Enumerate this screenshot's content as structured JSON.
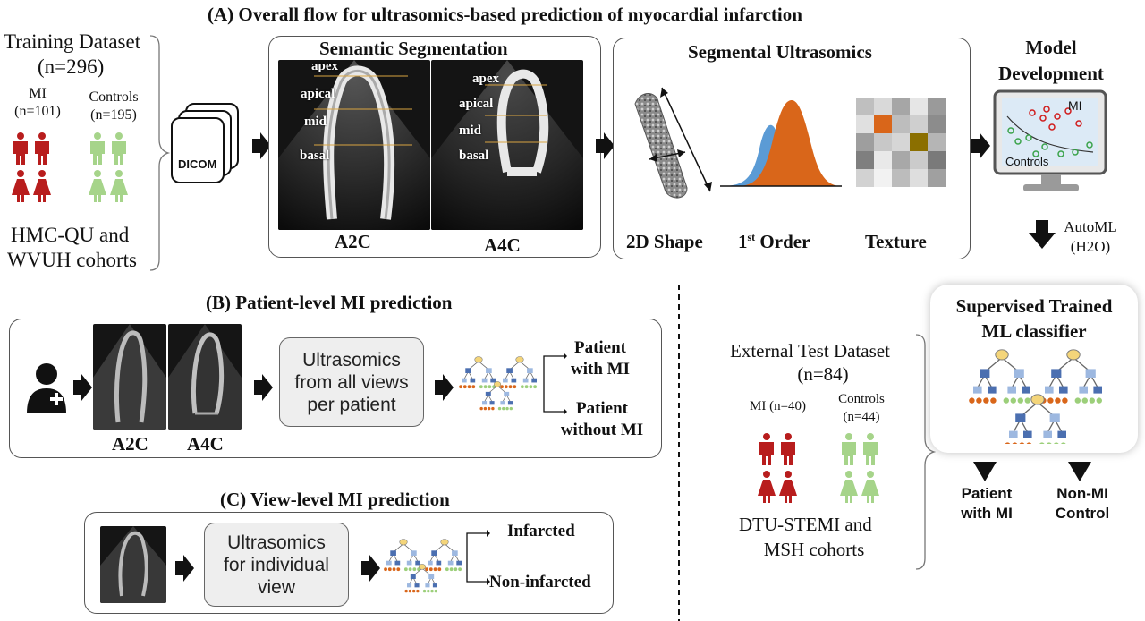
{
  "title": "(A) Overall flow for ultrasomics-based prediction of myocardial infarction",
  "training": {
    "title_line1": "Training Dataset",
    "title_line2": "(n=296)",
    "mi_line1": "MI",
    "mi_line2": "(n=101)",
    "controls_line1": "Controls",
    "controls_line2": "(n=195)",
    "cohorts_line1": "HMC-QU and",
    "cohorts_line2": "WVUH cohorts"
  },
  "dicom_label": "DICOM",
  "segmentation": {
    "title": "Semantic Segmentation",
    "a2c_label": "A2C",
    "a4c_label": "A4C",
    "a2c_regions": [
      "apex",
      "apical",
      "mid",
      "basal"
    ],
    "a4c_regions": [
      "apex",
      "apical",
      "mid",
      "basal"
    ]
  },
  "ultrasomics": {
    "title": "Segmental Ultrasomics",
    "shape_label": "2D Shape",
    "first_order_label": "1",
    "first_order_sup": "st",
    "first_order_suffix": " Order",
    "texture_label": "Texture"
  },
  "model": {
    "title_line1": "Model",
    "title_line2": "Development",
    "mi_label": "MI",
    "controls_label": "Controls",
    "automl_line1": "AutoML",
    "automl_line2": "(H2O)"
  },
  "patient_level": {
    "title": "(B) Patient-level MI prediction",
    "a2c_label": "A2C",
    "a4c_label": "A4C",
    "box_text_line1": "Ultrasomics",
    "box_text_line2": "from all views",
    "box_text_line3": "per patient",
    "out1_line1": "Patient",
    "out1_line2": "with MI",
    "out2_line1": "Patient",
    "out2_line2": "without  MI"
  },
  "view_level": {
    "title": "(C) View-level MI prediction",
    "box_text_line1": "Ultrasomics",
    "box_text_line2": "for individual",
    "box_text_line3": "view",
    "out1": "Infarcted",
    "out2": "Non-infarcted"
  },
  "external": {
    "title_line1": "External Test Dataset",
    "title_line2": "(n=84)",
    "mi_label": "MI (n=40)",
    "controls_line1": "Controls",
    "controls_line2": "(n=44)",
    "cohorts_line1": "DTU-STEMI and",
    "cohorts_line2": "MSH cohorts"
  },
  "classifier": {
    "title_line1": "Supervised Trained",
    "title_line2": "ML classifier",
    "out1_line1": "Patient",
    "out1_line2": "with MI",
    "out2_line1": "Non-MI",
    "out2_line2": "Control"
  },
  "colors": {
    "mi_red": "#b81d1d",
    "control_green": "#a6d48a",
    "curve_blue": "#5b9bd5",
    "curve_orange": "#d9661a",
    "tree_yellow": "#f4d57a",
    "tree_blue": "#4b6fb0",
    "tree_lightblue": "#9db8e0",
    "tree_orange": "#d9661a",
    "tree_green": "#9ccf7a",
    "segment_line": "#d9a441"
  }
}
